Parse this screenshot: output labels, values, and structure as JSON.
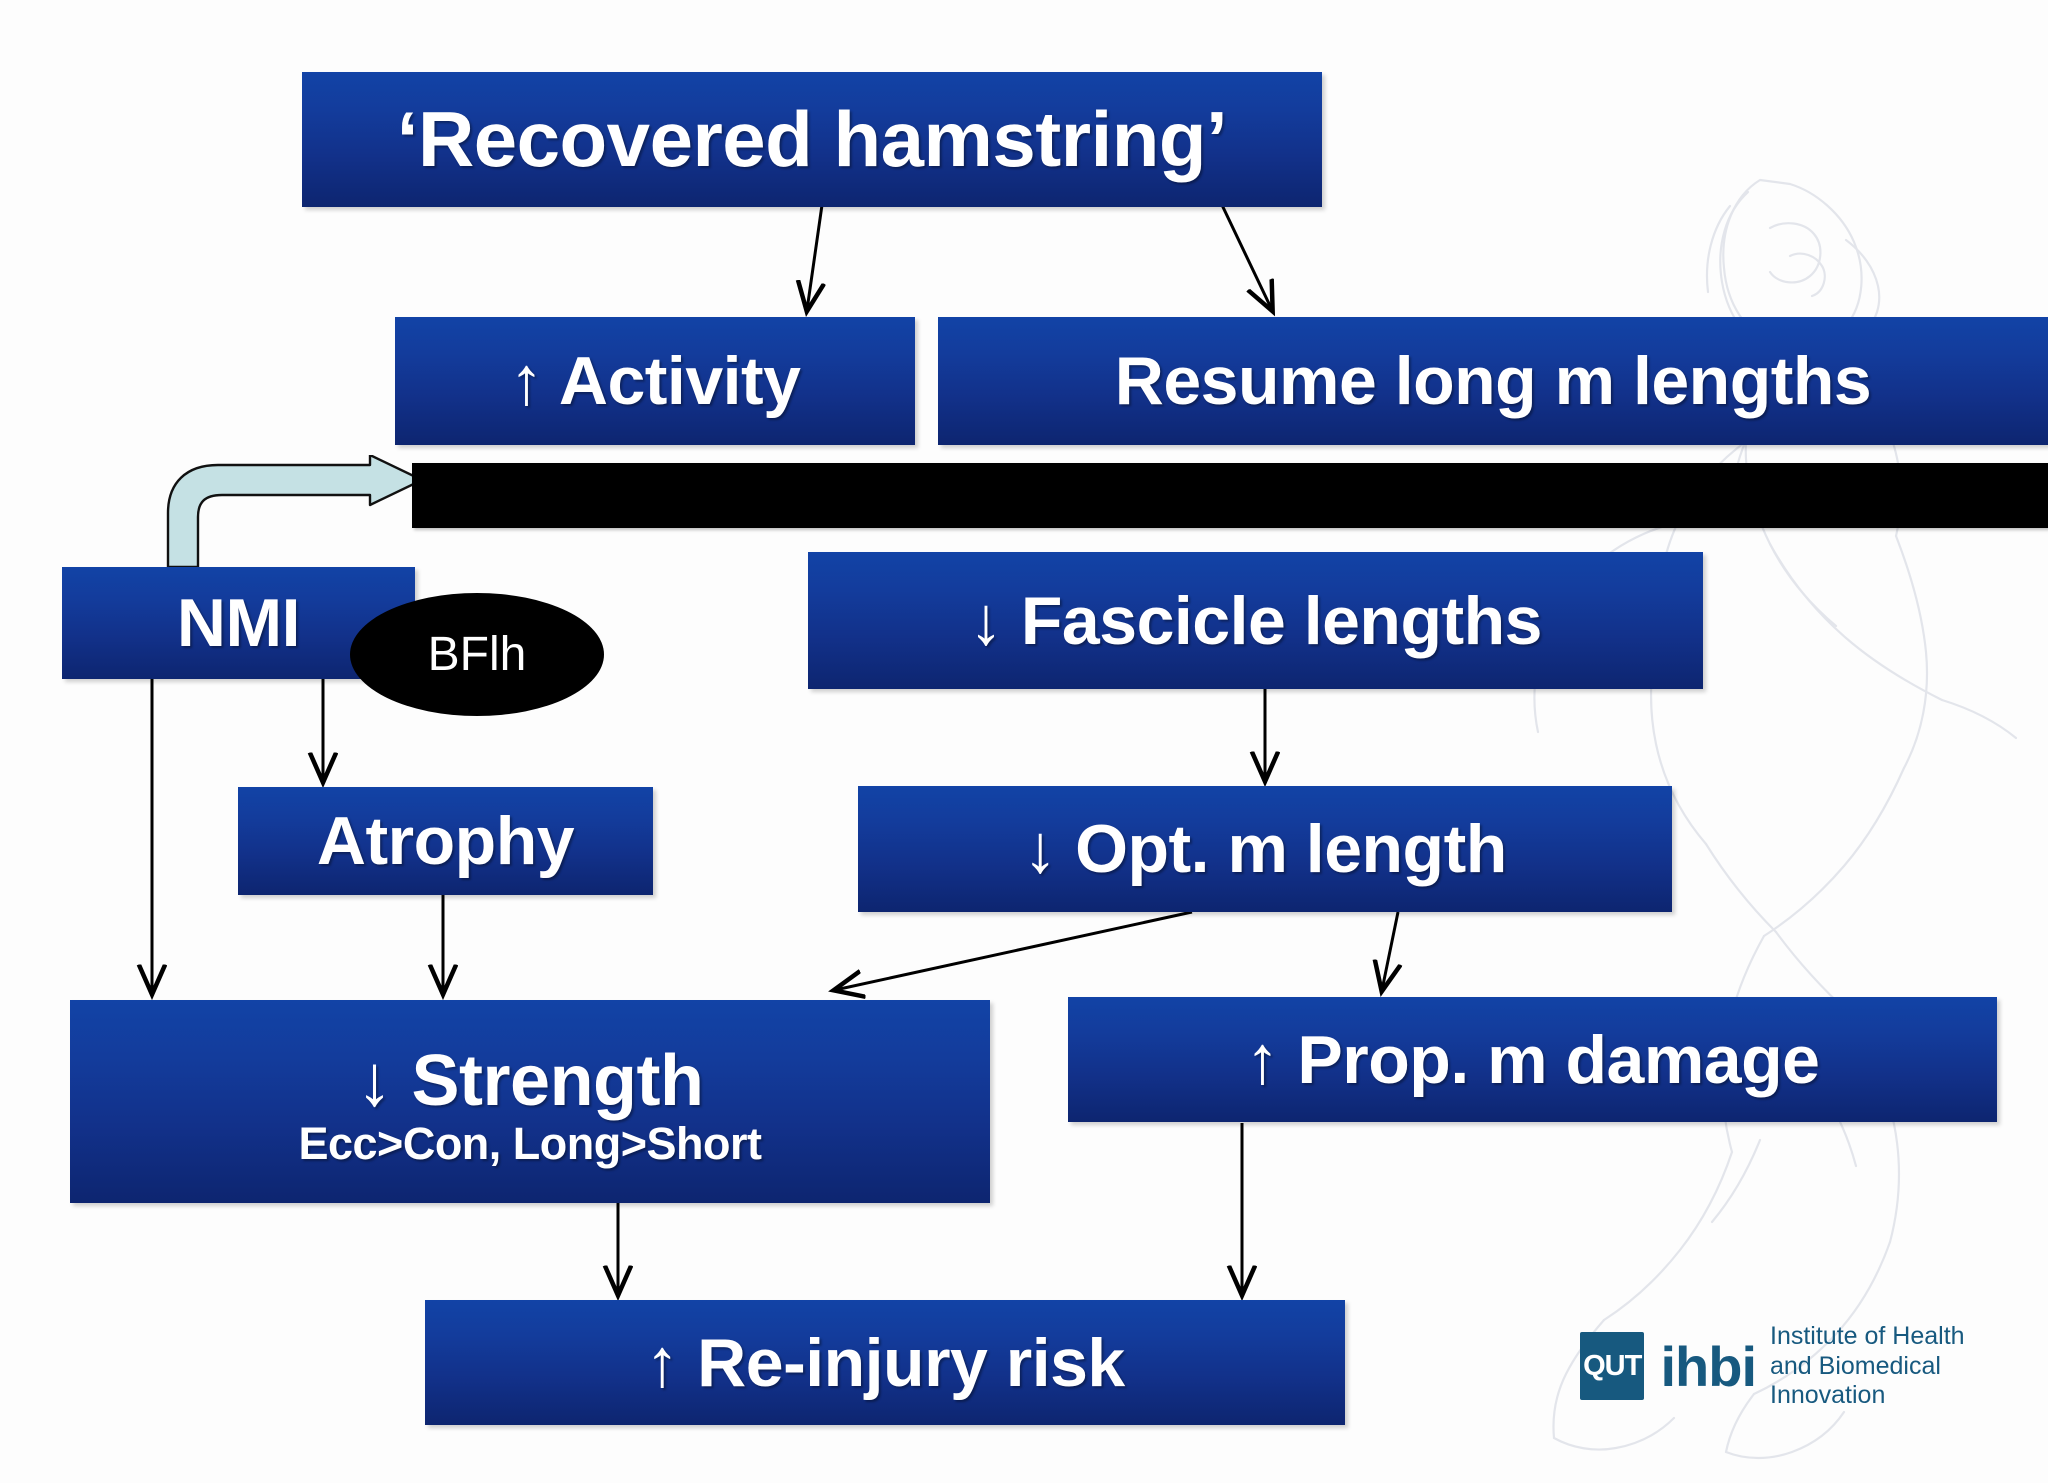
{
  "slide": {
    "title_box": {
      "label": "‘Recovered hamstring’"
    },
    "boxes": [
      {
        "id": "activity",
        "label": "↑ Activity"
      },
      {
        "id": "resume",
        "label": "Resume long m lengths"
      },
      {
        "id": "nmi",
        "label": "NMI"
      },
      {
        "id": "fascicle",
        "label": "↓ Fascicle lengths"
      },
      {
        "id": "atrophy",
        "label": "Atrophy"
      },
      {
        "id": "optlength",
        "label": "↓ Opt. m length"
      },
      {
        "id": "strength",
        "label": "↓ Strength",
        "sub": "Ecc>Con, Long>Short"
      },
      {
        "id": "propdamage",
        "label": "↑ Prop. m damage"
      },
      {
        "id": "reinjury",
        "label": "↑ Re-injury risk"
      }
    ],
    "ellipse": {
      "label": "BFlh"
    },
    "black_bar": {
      "label": ""
    },
    "logo": {
      "mark": "QUT",
      "brand": "ihbi",
      "line1": "Institute of Health",
      "line2": "and Biomedical Innovation"
    },
    "colors": {
      "box_blue_light": "#1243a6",
      "box_blue_dark": "#0d2570",
      "black": "#000000",
      "callout_arrow_fill": "#c5e1e4",
      "logo_teal": "#17597f",
      "background": "#ffffff"
    }
  }
}
